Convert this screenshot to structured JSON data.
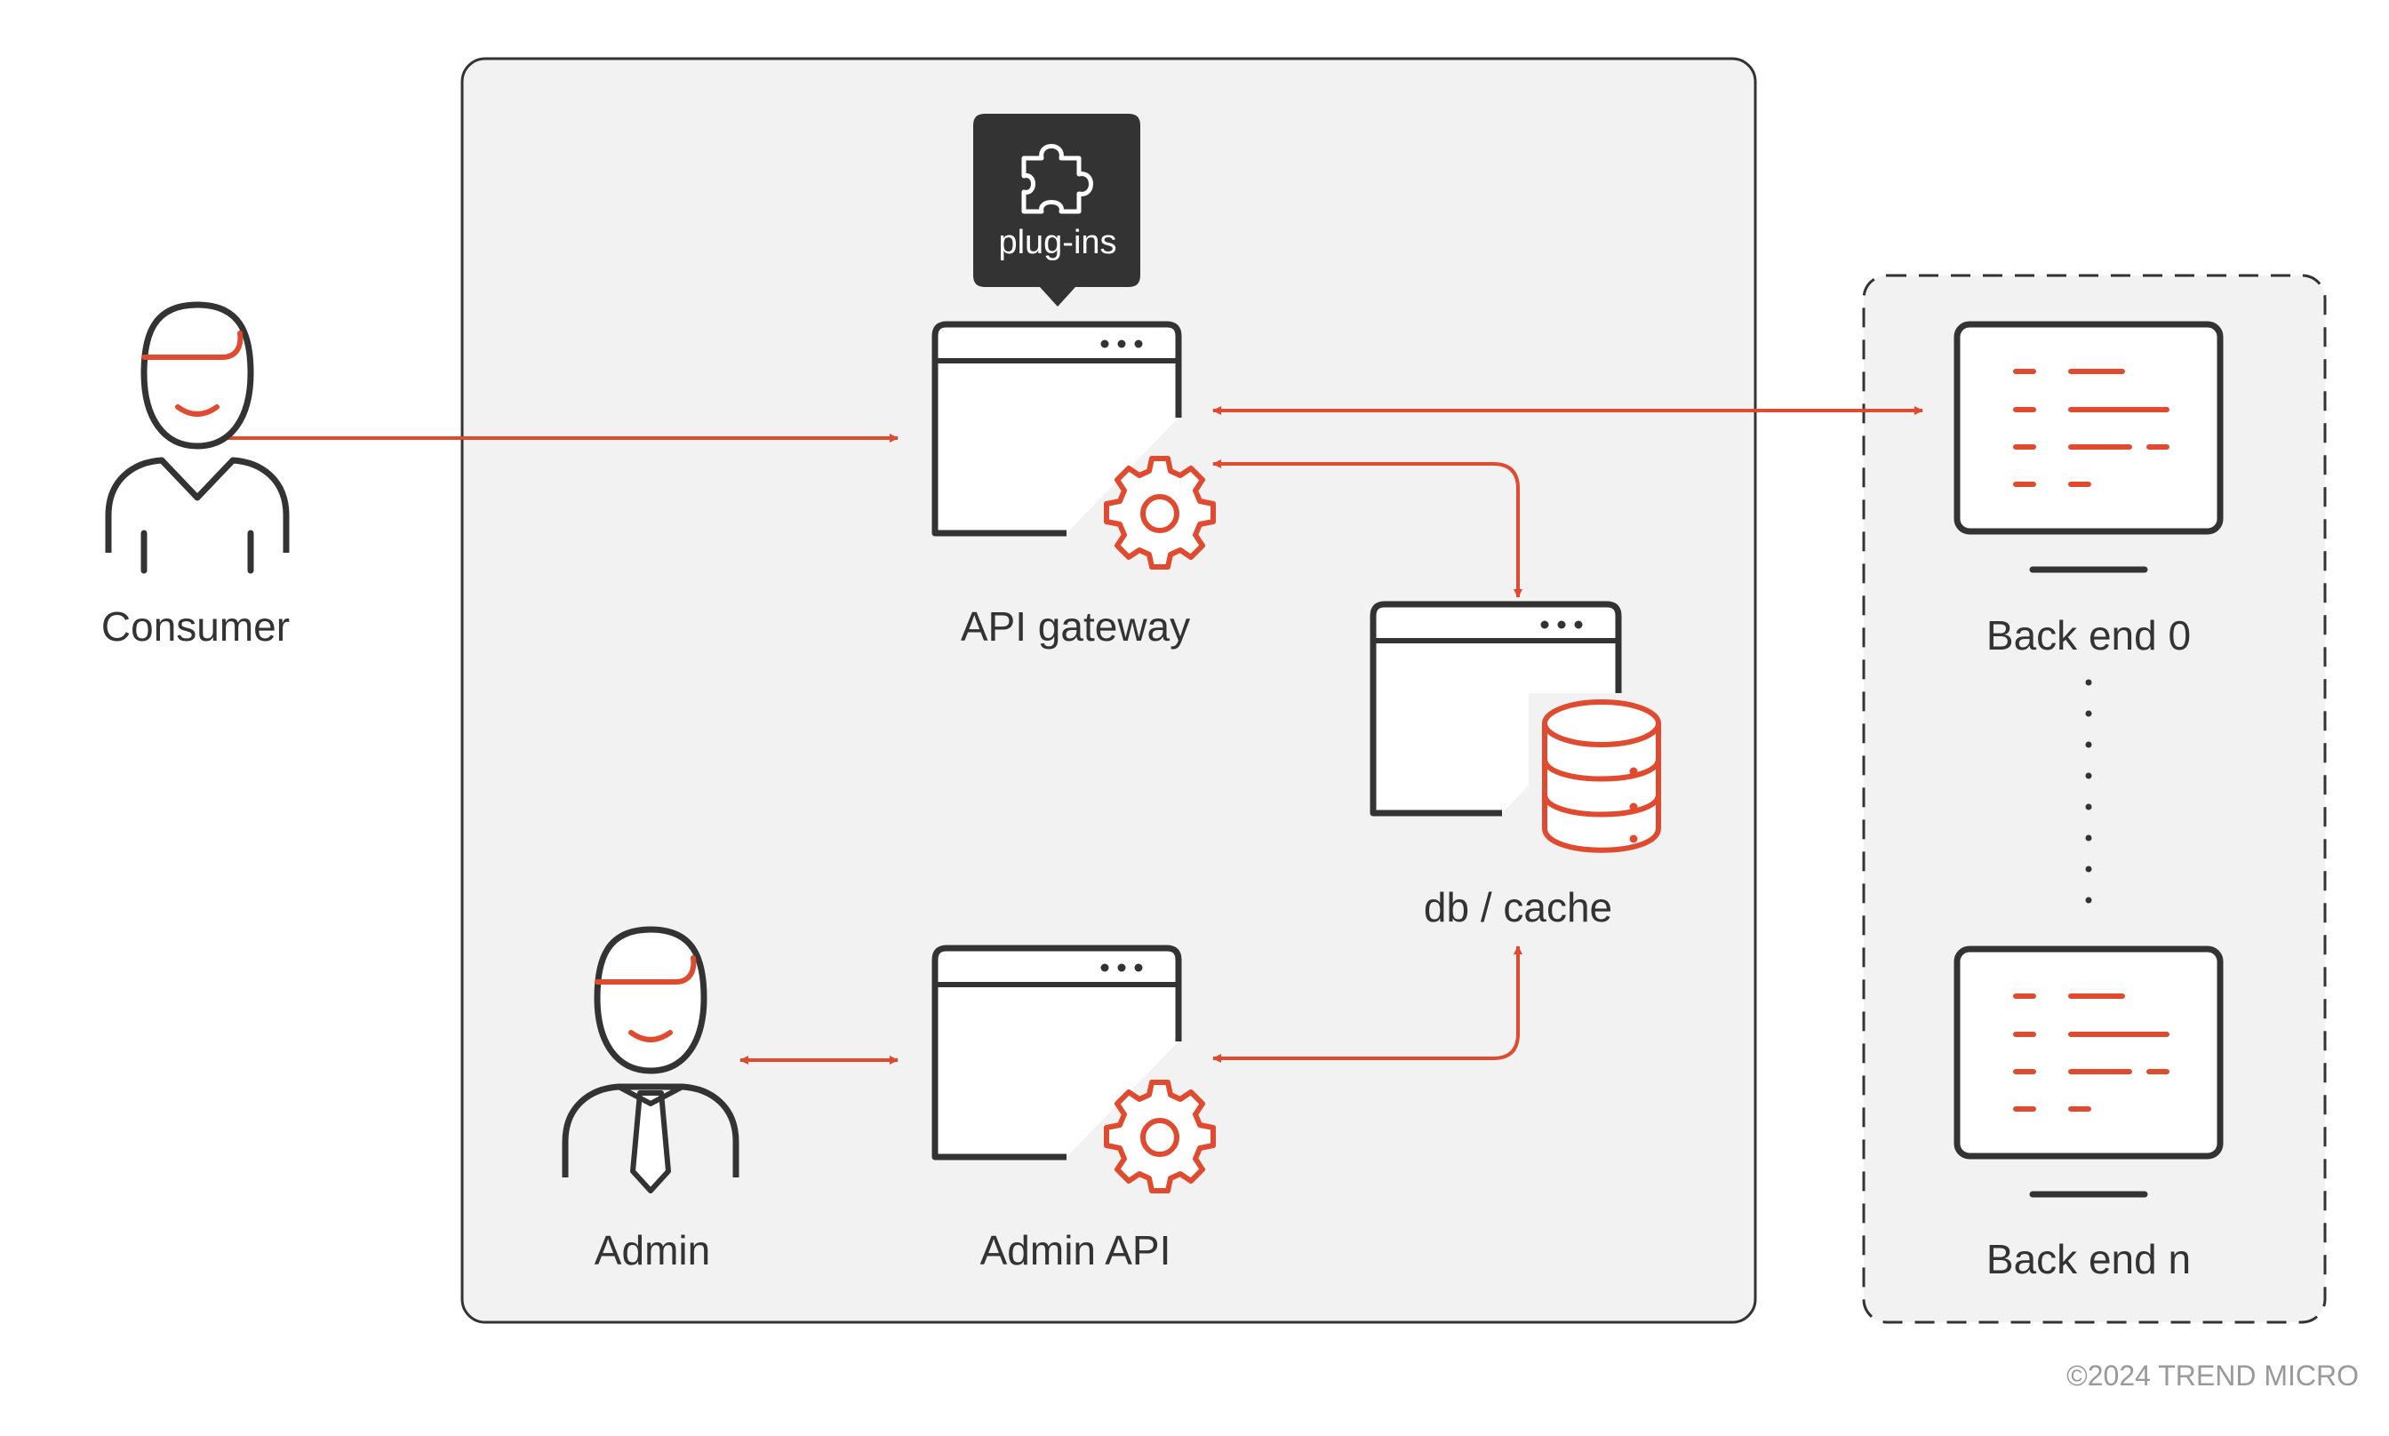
{
  "labels": {
    "consumer": "Consumer",
    "api_gateway": "API gateway",
    "plugins": "plug-ins",
    "db_cache": "db / cache",
    "admin": "Admin",
    "admin_api": "Admin API",
    "backend_0": "Back end 0",
    "backend_n": "Back end n"
  },
  "copyright": "©2024 TREND MICRO",
  "icons": {
    "consumer": "person-icon",
    "admin": "person-with-tie-icon",
    "plugins": "puzzle-icon",
    "api_gateway": "browser-window-with-gear-icon",
    "db_cache": "browser-window-with-database-icon",
    "admin_api": "browser-window-with-gear-icon",
    "backend": "monitor-icon"
  },
  "colors": {
    "accent": "#e04a2f",
    "outline": "#333333",
    "panel": "#f2f2f2",
    "panel_border": "#333333",
    "plugin_badge": "#333333",
    "copyright": "#999999"
  }
}
